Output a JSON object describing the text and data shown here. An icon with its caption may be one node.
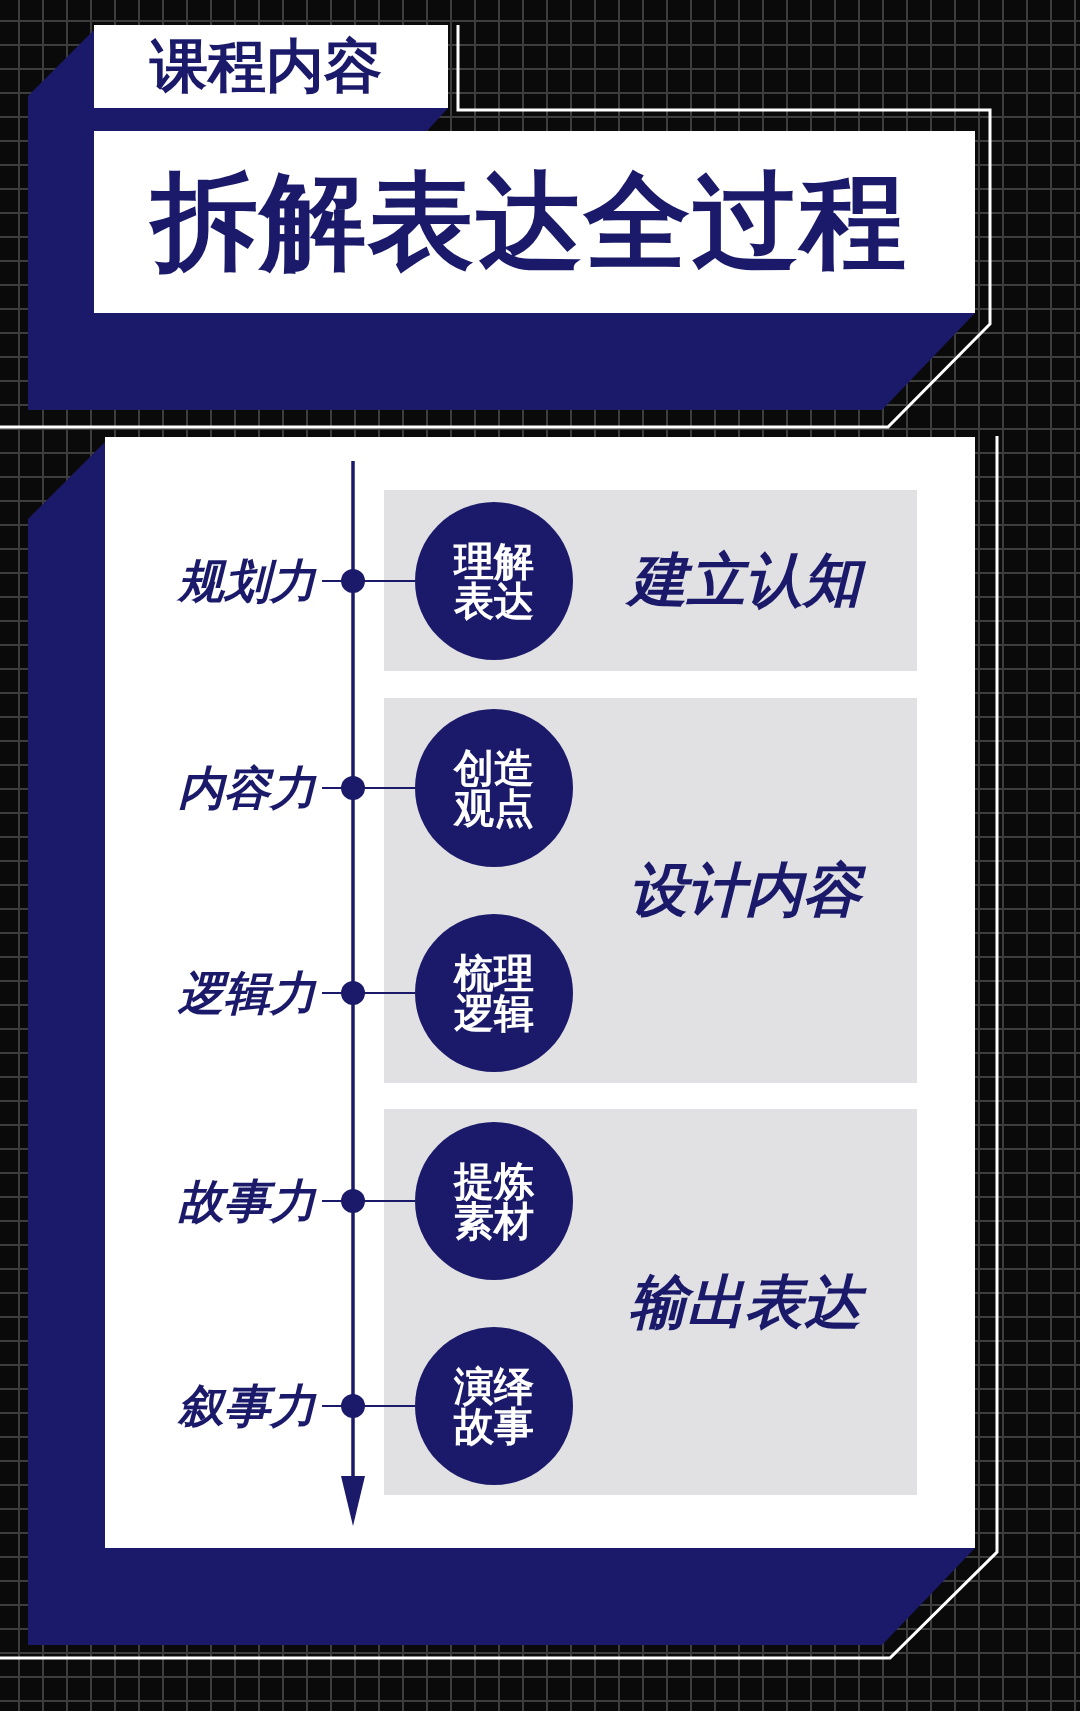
{
  "diagram": {
    "title": "拆解表达全过程",
    "nodes": [
      {
        "text": [
          "规划力"
        ]
      },
      {
        "text": [
          "建立认知"
        ]
      },
      {
        "text": [
          "理解表达"
        ],
        "in": 1
      },
      {
        "text": [
          "内容力"
        ]
      },
      {
        "text": [
          "设计内容"
        ]
      },
      {
        "text": [
          "创造观点"
        ],
        "in": 4
      },
      {
        "text": [
          "逻辑力"
        ]
      },
      {
        "text": [
          "梳理逻辑"
        ],
        "in": 4
      },
      {
        "text": [
          "故事力"
        ]
      },
      {
        "text": [
          "输出表达"
        ]
      },
      {
        "text": [
          "提炼素材"
        ],
        "in": 9
      },
      {
        "text": [
          "叙事力"
        ]
      },
      {
        "text": [
          "演绎故事"
        ],
        "in": 9
      }
    ],
    "edges": [
      {
        "from": 0,
        "to": 2,
        "arrow": "none"
      },
      {
        "from": 3,
        "to": 5,
        "arrow": "none"
      },
      {
        "from": 6,
        "to": 7,
        "arrow": "none"
      },
      {
        "from": 8,
        "to": 10,
        "arrow": "none"
      },
      {
        "from": 11,
        "to": 12,
        "arrow": "none"
      }
    ],
    "labels": [
      "课程内容"
    ]
  }
}
